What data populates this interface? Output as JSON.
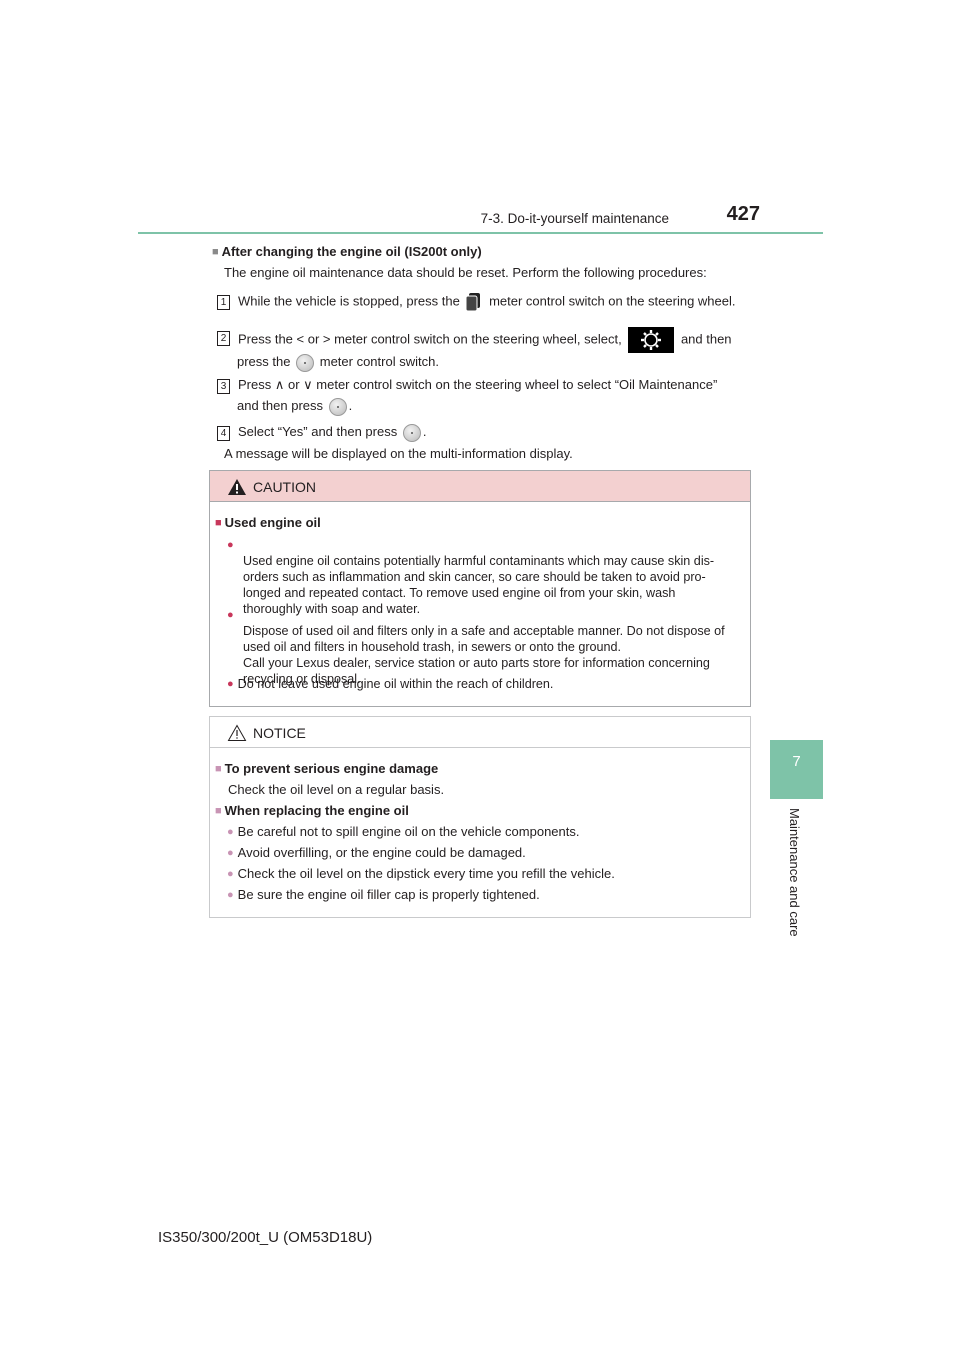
{
  "header": {
    "section": "7-3. Do-it-yourself maintenance",
    "page_number": "427"
  },
  "side_tab": {
    "number": "7",
    "label": "Maintenance and care"
  },
  "after_change": {
    "heading": "After changing the engine oil (IS200t only)",
    "intro": "The engine oil maintenance data should be reset. Perform the following procedures:",
    "steps": [
      {
        "num": "1",
        "a": "While the vehicle is stopped, press the",
        "b": "meter control switch on the steering wheel."
      },
      {
        "num": "2",
        "a": "Press the < or > meter control switch on the steering wheel, select,",
        "b": "and then",
        "c": "press the",
        "d": "meter control switch."
      },
      {
        "num": "3",
        "a": "Press ∧ or ∨ meter control switch on the steering wheel to select “Oil Maintenance”",
        "b": "and then press",
        "c": "."
      },
      {
        "num": "4",
        "a": "Select “Yes” and then press",
        "b": "."
      }
    ],
    "result": "A message will be displayed on the multi-information display."
  },
  "caution": {
    "title": "CAUTION",
    "heading": "Used engine oil",
    "items": [
      "Used engine oil contains potentially harmful contaminants which may cause skin disorders such as inflammation and skin cancer, so care should be taken to avoid prolonged and repeated contact. To remove used engine oil from your skin, wash thoroughly with soap and water.",
      "Dispose of used oil and filters only in a safe and acceptable manner. Do not dispose of used oil and filters in household trash, in sewers or onto the ground.",
      "Call your Lexus dealer, service station or auto parts store for information concerning recycling or disposal.",
      "Do not leave used engine oil within the reach of children."
    ]
  },
  "notice": {
    "title": "NOTICE",
    "heading1": "To prevent serious engine damage",
    "text1": "Check the oil level on a regular basis.",
    "heading2": "When replacing the engine oil",
    "items": [
      "Be careful not to spill engine oil on the vehicle components.",
      "Avoid overfilling, or the engine could be damaged.",
      "Check the oil level on the dipstick every time you refill the vehicle.",
      "Be sure the engine oil filler cap is properly tightened."
    ]
  },
  "footer": {
    "model": "IS350/300/200t_U (OM53D18U)"
  },
  "colors": {
    "accent_green": "#7ec3a8",
    "caution_header": "#f3d0d0",
    "bullet_red": "#c8375b",
    "bullet_pink": "#c894b4"
  }
}
